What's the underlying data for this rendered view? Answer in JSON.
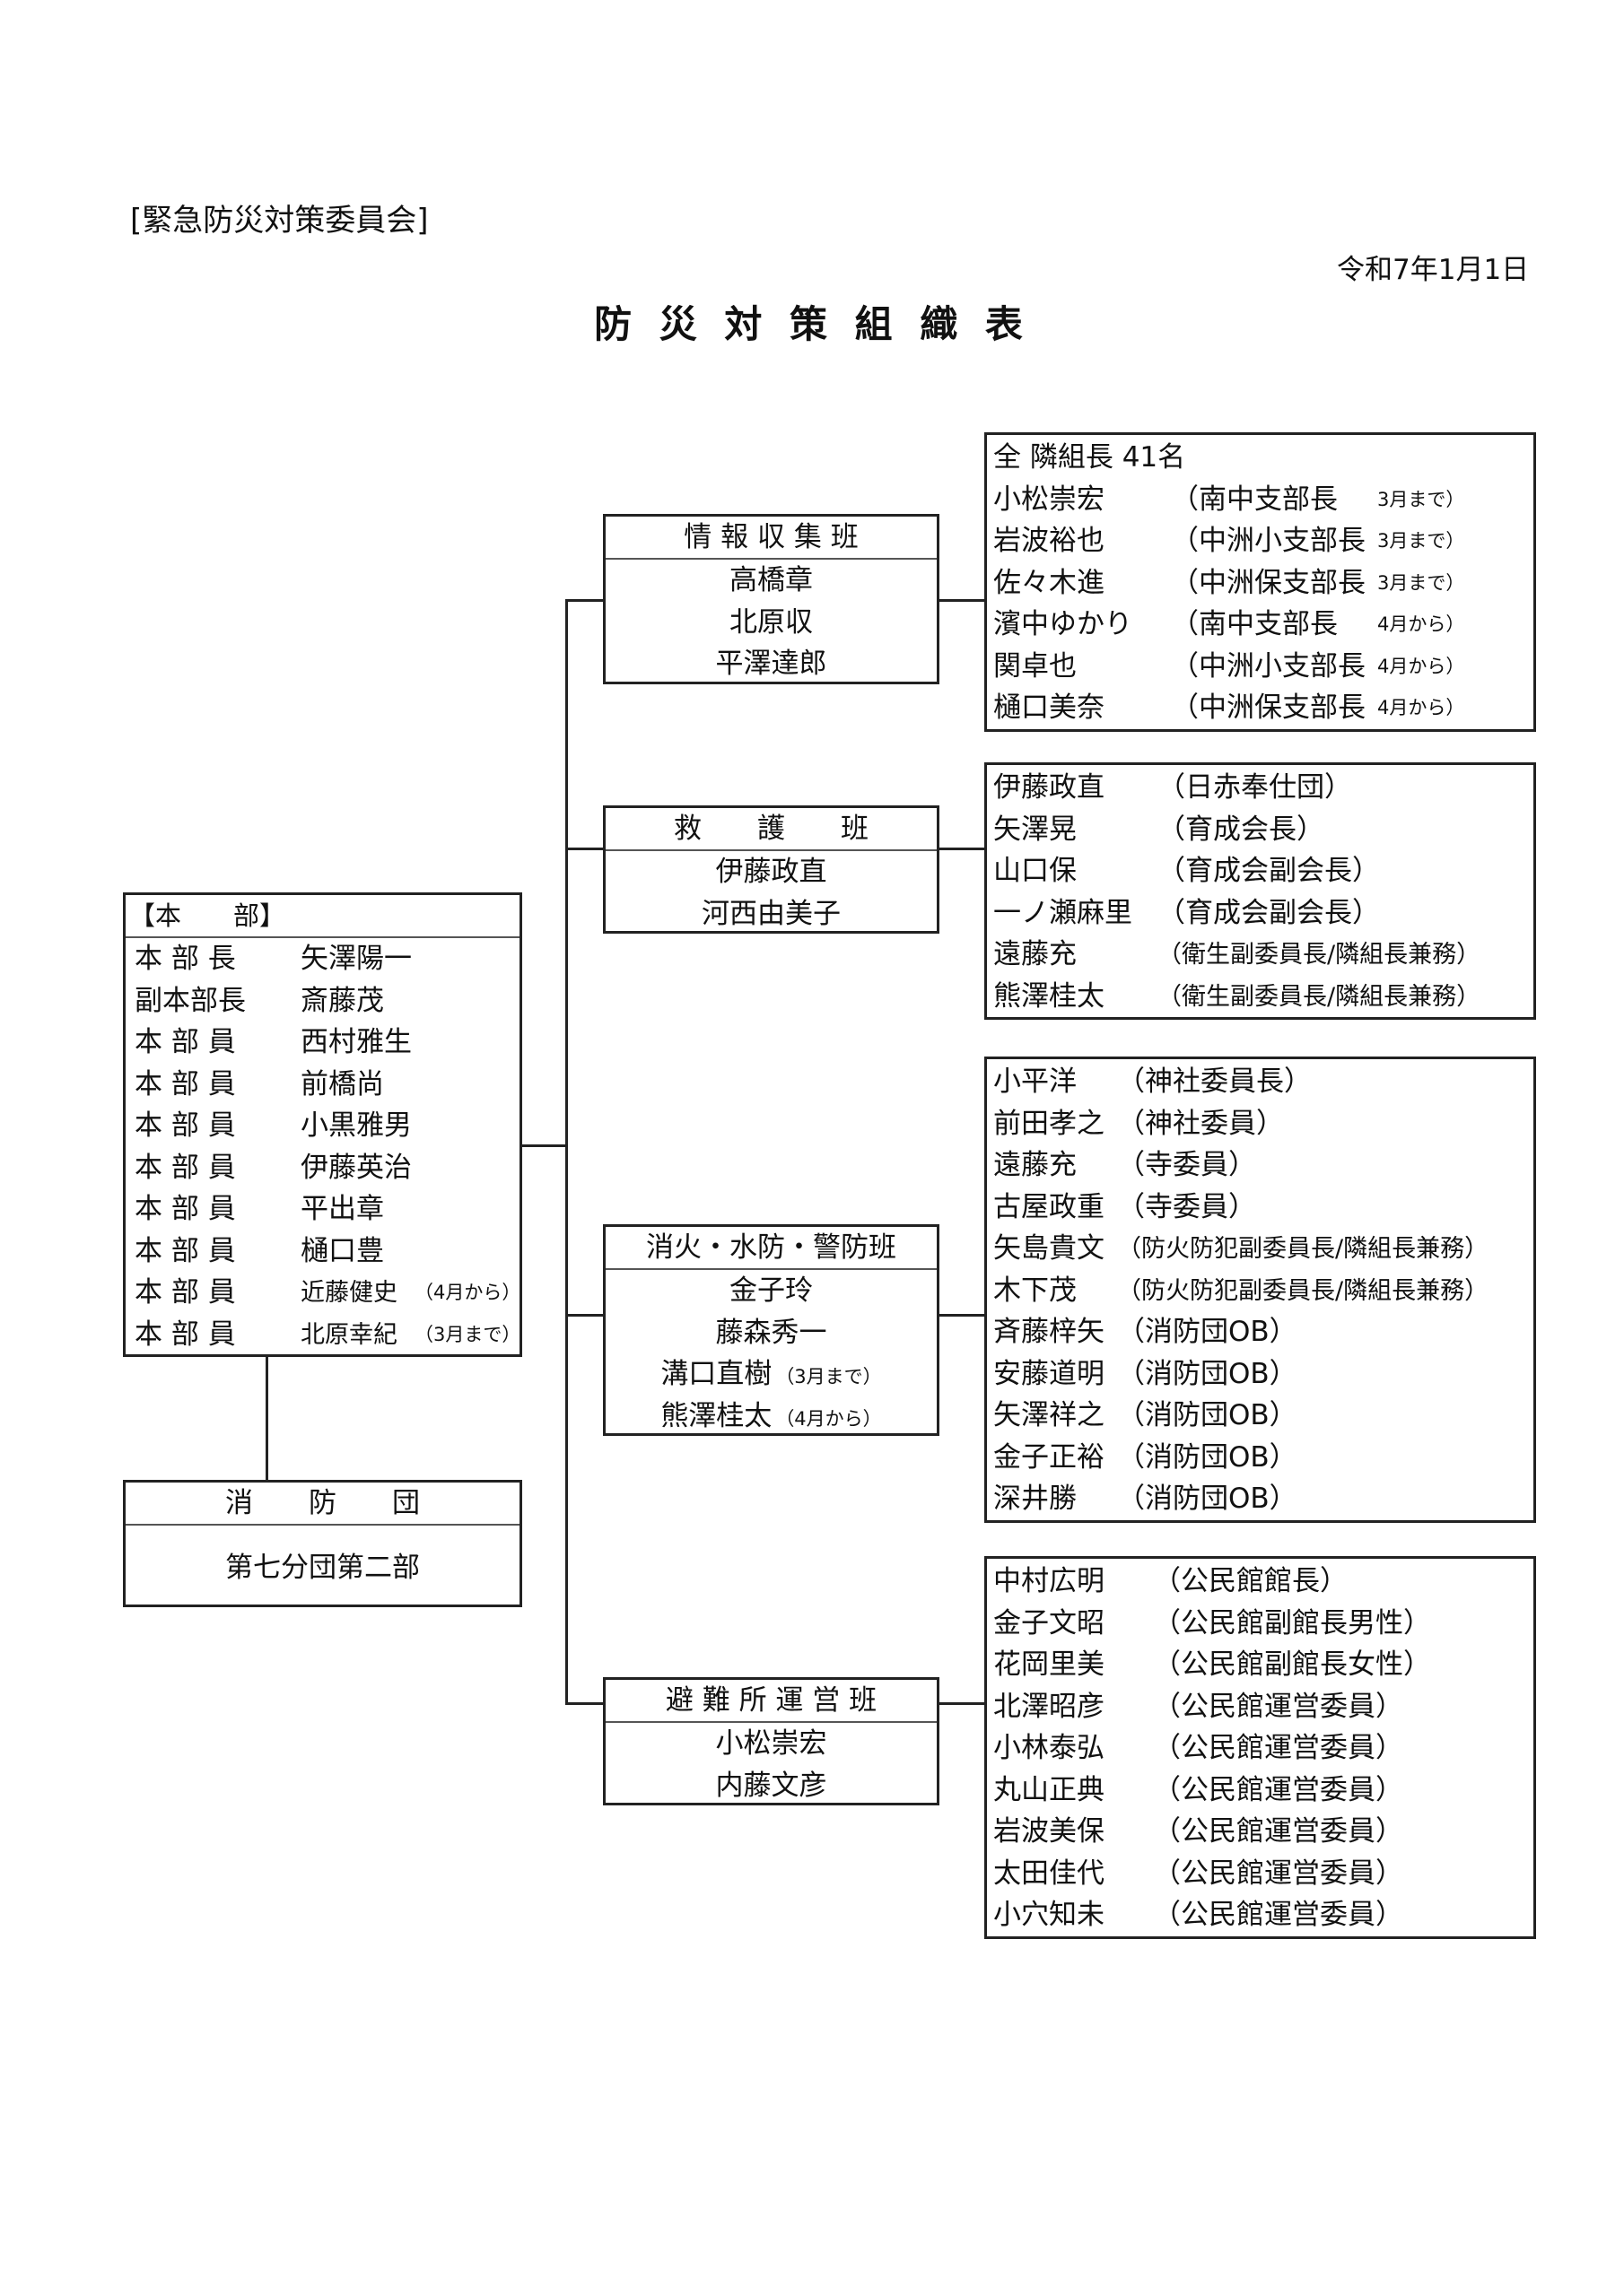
{
  "header": {
    "committee": "[緊急防災対策委員会]",
    "date": "令和7年1月1日",
    "title": "防 災 対 策 組 織 表"
  },
  "honbu": {
    "title": "【本　　部】",
    "members": [
      {
        "role": "本 部 長",
        "name": "矢澤陽一",
        "note": ""
      },
      {
        "role": "副本部長",
        "name": "斎藤茂",
        "note": ""
      },
      {
        "role": "本 部 員",
        "name": "西村雅生",
        "note": ""
      },
      {
        "role": "本 部 員",
        "name": "前橋尚",
        "note": ""
      },
      {
        "role": "本 部 員",
        "name": "小黒雅男",
        "note": ""
      },
      {
        "role": "本 部 員",
        "name": "伊藤英治",
        "note": ""
      },
      {
        "role": "本 部 員",
        "name": "平出章",
        "note": ""
      },
      {
        "role": "本 部 員",
        "name": "樋口豊",
        "note": ""
      },
      {
        "role": "本 部 員",
        "name": "近藤健史",
        "note": "（4月から）"
      },
      {
        "role": "本 部 員",
        "name": "北原幸紀",
        "note": "（3月まで）"
      }
    ]
  },
  "shobodan": {
    "title": "消　　防　　団",
    "unit": "第七分団第二部"
  },
  "teams": [
    {
      "title": "情 報 収 集 班",
      "members": [
        {
          "name": "高橋章",
          "note": ""
        },
        {
          "name": "北原収",
          "note": ""
        },
        {
          "name": "平澤達郎",
          "note": ""
        }
      ],
      "detail": [
        {
          "name": "全 隣組長 41名",
          "role": "",
          "note": ""
        },
        {
          "name": "小松崇宏",
          "role": "（南中支部長",
          "note": "3月まで）"
        },
        {
          "name": "岩波裕也",
          "role": "（中洲小支部長",
          "note": "3月まで）"
        },
        {
          "name": "佐々木進",
          "role": "（中洲保支部長",
          "note": "3月まで）"
        },
        {
          "name": "濱中ゆかり",
          "role": "（南中支部長",
          "note": "4月から）"
        },
        {
          "name": "関卓也",
          "role": "（中洲小支部長",
          "note": "4月から）"
        },
        {
          "name": "樋口美奈",
          "role": "（中洲保支部長",
          "note": "4月から）"
        }
      ]
    },
    {
      "title": "救　　護　　班",
      "members": [
        {
          "name": "伊藤政直",
          "note": ""
        },
        {
          "name": "河西由美子",
          "note": ""
        }
      ],
      "detail": [
        {
          "name": "伊藤政直",
          "role": "（日赤奉仕団）",
          "note": ""
        },
        {
          "name": "矢澤晃",
          "role": "（育成会長）",
          "note": ""
        },
        {
          "name": "山口保",
          "role": "（育成会副会長）",
          "note": ""
        },
        {
          "name": "一ノ瀬麻里",
          "role": "（育成会副会長）",
          "note": ""
        },
        {
          "name": "遠藤充",
          "role": "（衛生副委員長/隣組長兼務）",
          "note": ""
        },
        {
          "name": "熊澤桂太",
          "role": "（衛生副委員長/隣組長兼務）",
          "note": ""
        }
      ]
    },
    {
      "title": "消火・水防・警防班",
      "members": [
        {
          "name": "金子玲",
          "note": ""
        },
        {
          "name": "藤森秀一",
          "note": ""
        },
        {
          "name": "溝口直樹",
          "note": "（3月まで）"
        },
        {
          "name": "熊澤桂太",
          "note": "（4月から）"
        }
      ],
      "detail": [
        {
          "name": "小平洋",
          "role": "（神社委員長）",
          "note": ""
        },
        {
          "name": "前田孝之",
          "role": "（神社委員）",
          "note": ""
        },
        {
          "name": "遠藤充",
          "role": "（寺委員）",
          "note": ""
        },
        {
          "name": "古屋政重",
          "role": "（寺委員）",
          "note": ""
        },
        {
          "name": "矢島貴文",
          "role": "（防火防犯副委員長/隣組長兼務）",
          "note": ""
        },
        {
          "name": "木下茂",
          "role": "（防火防犯副委員長/隣組長兼務）",
          "note": ""
        },
        {
          "name": "斉藤梓矢",
          "role": "（消防団OB）",
          "note": ""
        },
        {
          "name": "安藤道明",
          "role": "（消防団OB）",
          "note": ""
        },
        {
          "name": "矢澤祥之",
          "role": "（消防団OB）",
          "note": ""
        },
        {
          "name": "金子正裕",
          "role": "（消防団OB）",
          "note": ""
        },
        {
          "name": "深井勝",
          "role": "（消防団OB）",
          "note": ""
        }
      ]
    },
    {
      "title": "避 難 所 運 営 班",
      "members": [
        {
          "name": "小松崇宏",
          "note": ""
        },
        {
          "name": "内藤文彦",
          "note": ""
        }
      ],
      "detail": [
        {
          "name": "中村広明",
          "role": "（公民館館長）",
          "note": ""
        },
        {
          "name": "金子文昭",
          "role": "（公民館副館長男性）",
          "note": ""
        },
        {
          "name": "花岡里美",
          "role": "（公民館副館長女性）",
          "note": ""
        },
        {
          "name": "北澤昭彦",
          "role": "（公民館運営委員）",
          "note": ""
        },
        {
          "name": "小林泰弘",
          "role": "（公民館運営委員）",
          "note": ""
        },
        {
          "name": "丸山正典",
          "role": "（公民館運営委員）",
          "note": ""
        },
        {
          "name": "岩波美保",
          "role": "（公民館運営委員）",
          "note": ""
        },
        {
          "name": "太田佳代",
          "role": "（公民館運営委員）",
          "note": ""
        },
        {
          "name": "小穴知未",
          "role": "（公民館運営委員）",
          "note": ""
        }
      ]
    }
  ]
}
